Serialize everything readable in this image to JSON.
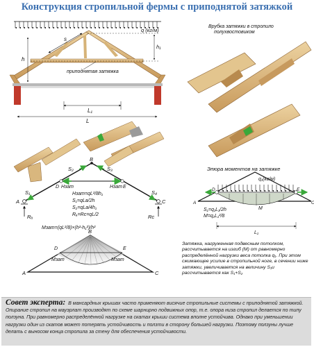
{
  "title": "Конструкция стропильной фермы с приподнятой затяжкой",
  "truss": {
    "load": "q (кг/м)",
    "labels": {
      "s": "s",
      "h": "h",
      "h1": "h₁",
      "l1": "L₁",
      "l": "L"
    },
    "raised_tie": "приподнятая затяжка"
  },
  "notch_caption": "Врубка затяжки в стропило полухвостовиком",
  "moment_diagram": {
    "title": "Эпюра моментов на затяжке",
    "load": "q₁(кг/м)",
    "points": {
      "d": "D",
      "e": "E",
      "a": "A",
      "c": "C"
    },
    "moment": "M",
    "formulas": [
      "S₁=q₁L₁/2h",
      "M=q₁L₁²/8"
    ],
    "span": "L₁"
  },
  "force_scheme": {
    "points": {
      "a": "A",
      "b": "B",
      "c": "C",
      "d": "D",
      "e": "E"
    },
    "forces": {
      "s2": "S₂",
      "s3": "S₃",
      "s1": "S₁",
      "s4": "S₄",
      "hzat": "Hзат",
      "ra": "Rₐ",
      "rc": "Rc"
    },
    "formulas": [
      "Hзат=qL²/8h₁",
      "S₁=qLa/2h",
      "S₂=qLa/4h₁",
      "Rₐ=Rc=qL/2",
      "Mзат=(qL²/8)×(h²-h₁²)/h²"
    ]
  },
  "moment_scheme": {
    "points": {
      "a": "A",
      "b": "B",
      "c": "C",
      "d": "D",
      "e": "E"
    },
    "labels": {
      "mleft": "Mзат",
      "mright": "Mзат"
    }
  },
  "explanation": "Затяжка, нагруженная подвесным потолком, рассчитывается на изгиб (М) от равномерно распределённой нагрузки веса потолка q₁. При этом сжимающее усилие в стропильной ноге, в сечении ниже затяжки, увеличивается на величину S₁и рассчитывается как S₁+S₂",
  "tip": {
    "heading": "Совет эксперта:",
    "text": "В мансардных крышах часто применяют висячие стропильные системы с приподнятой затяжкой. Опирание стропил на мауэрлат производят по схеме шарнирно подвижных опор, т.е. опора низа стропил делается по типу ползуна. При равномерно распределённой нагрузке на скатах крыши система вполне устойчива. Однако при уменьшении нагрузки один из скатов может потерять устойчивость и ползти в сторону большей нагрузки. Поэтому ползуны лучше делать с выносом конца стропила за стену для обеспечения устойчивости."
  },
  "colors": {
    "title": "#3a6fb0",
    "wood": "#d9b77e",
    "wood_dark": "#a87a3e",
    "wall": "#c0392b",
    "green": "#3aa83a",
    "tip_bg": "#dcdcdc"
  }
}
